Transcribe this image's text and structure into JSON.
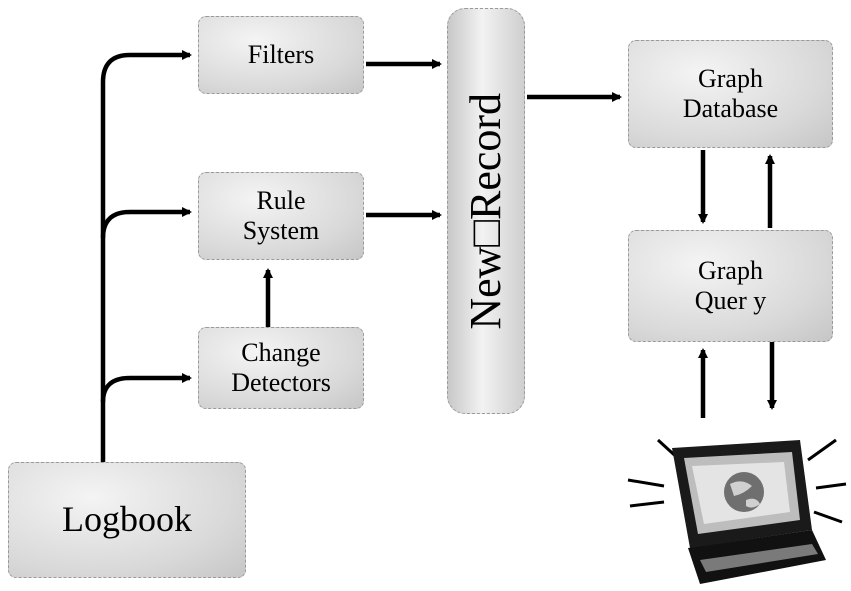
{
  "nodes": {
    "filters": "Filters",
    "rule_system": [
      "Rule",
      "System"
    ],
    "change_detectors": [
      "Change",
      "Detectors"
    ],
    "logbook": "Logbook",
    "new_record": "New□Record",
    "graph_database": [
      "Graph",
      "Database"
    ],
    "graph_query": [
      "Graph",
      "Quer y"
    ]
  },
  "icons": {
    "user_terminal": "computer-terminal-icon"
  },
  "colors": {
    "box_fill": "#d9d9d9",
    "box_border": "#9a9a9a",
    "arrow": "#000000"
  }
}
